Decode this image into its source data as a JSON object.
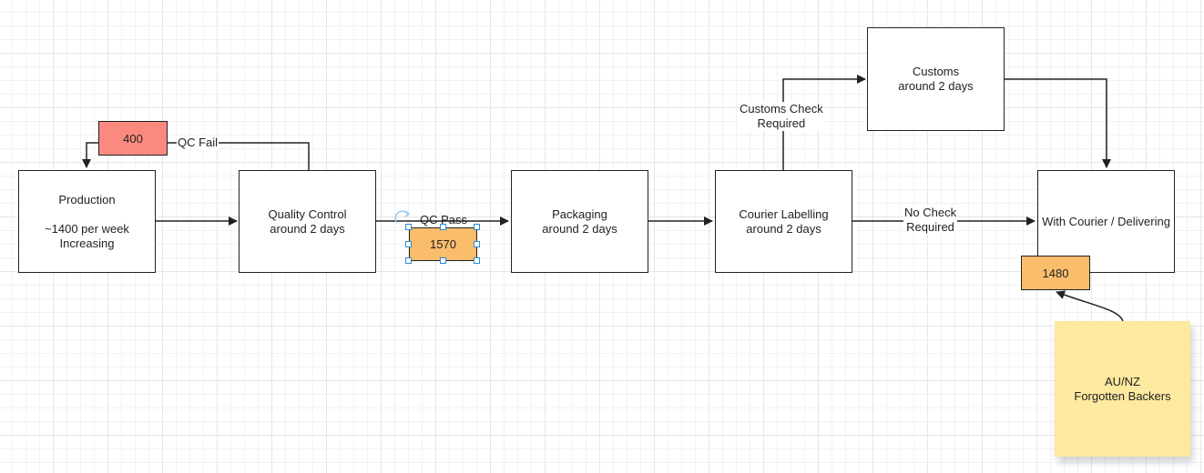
{
  "colors": {
    "fail_badge": "#fa8a7f",
    "count_badge": "#f9bd6c",
    "note": "#fde9a0",
    "selection": "#2a8ad6"
  },
  "nodes": {
    "production": {
      "title": "Production",
      "line2": "~1400 per week",
      "line3": "Increasing"
    },
    "quality_control": {
      "line1": "Quality Control",
      "line2": "around 2 days"
    },
    "packaging": {
      "line1": "Packaging",
      "line2": "around 2 days"
    },
    "courier_labelling": {
      "line1": "Courier Labelling",
      "line2": "around 2 days"
    },
    "customs": {
      "line1": "Customs",
      "line2": "around 2 days"
    },
    "with_courier": {
      "line1": "With Courier / Delivering"
    }
  },
  "badges": {
    "qc_fail_count": "400",
    "qc_pass_count": "1570",
    "with_courier_count": "1480"
  },
  "edge_labels": {
    "qc_fail": "QC Fail",
    "qc_pass": "QC Pass",
    "customs_check": [
      "Customs Check",
      "Required"
    ],
    "no_check": [
      "No Check",
      "Required"
    ]
  },
  "note": {
    "line1": "AU/NZ",
    "line2": "Forgotten Backers"
  }
}
